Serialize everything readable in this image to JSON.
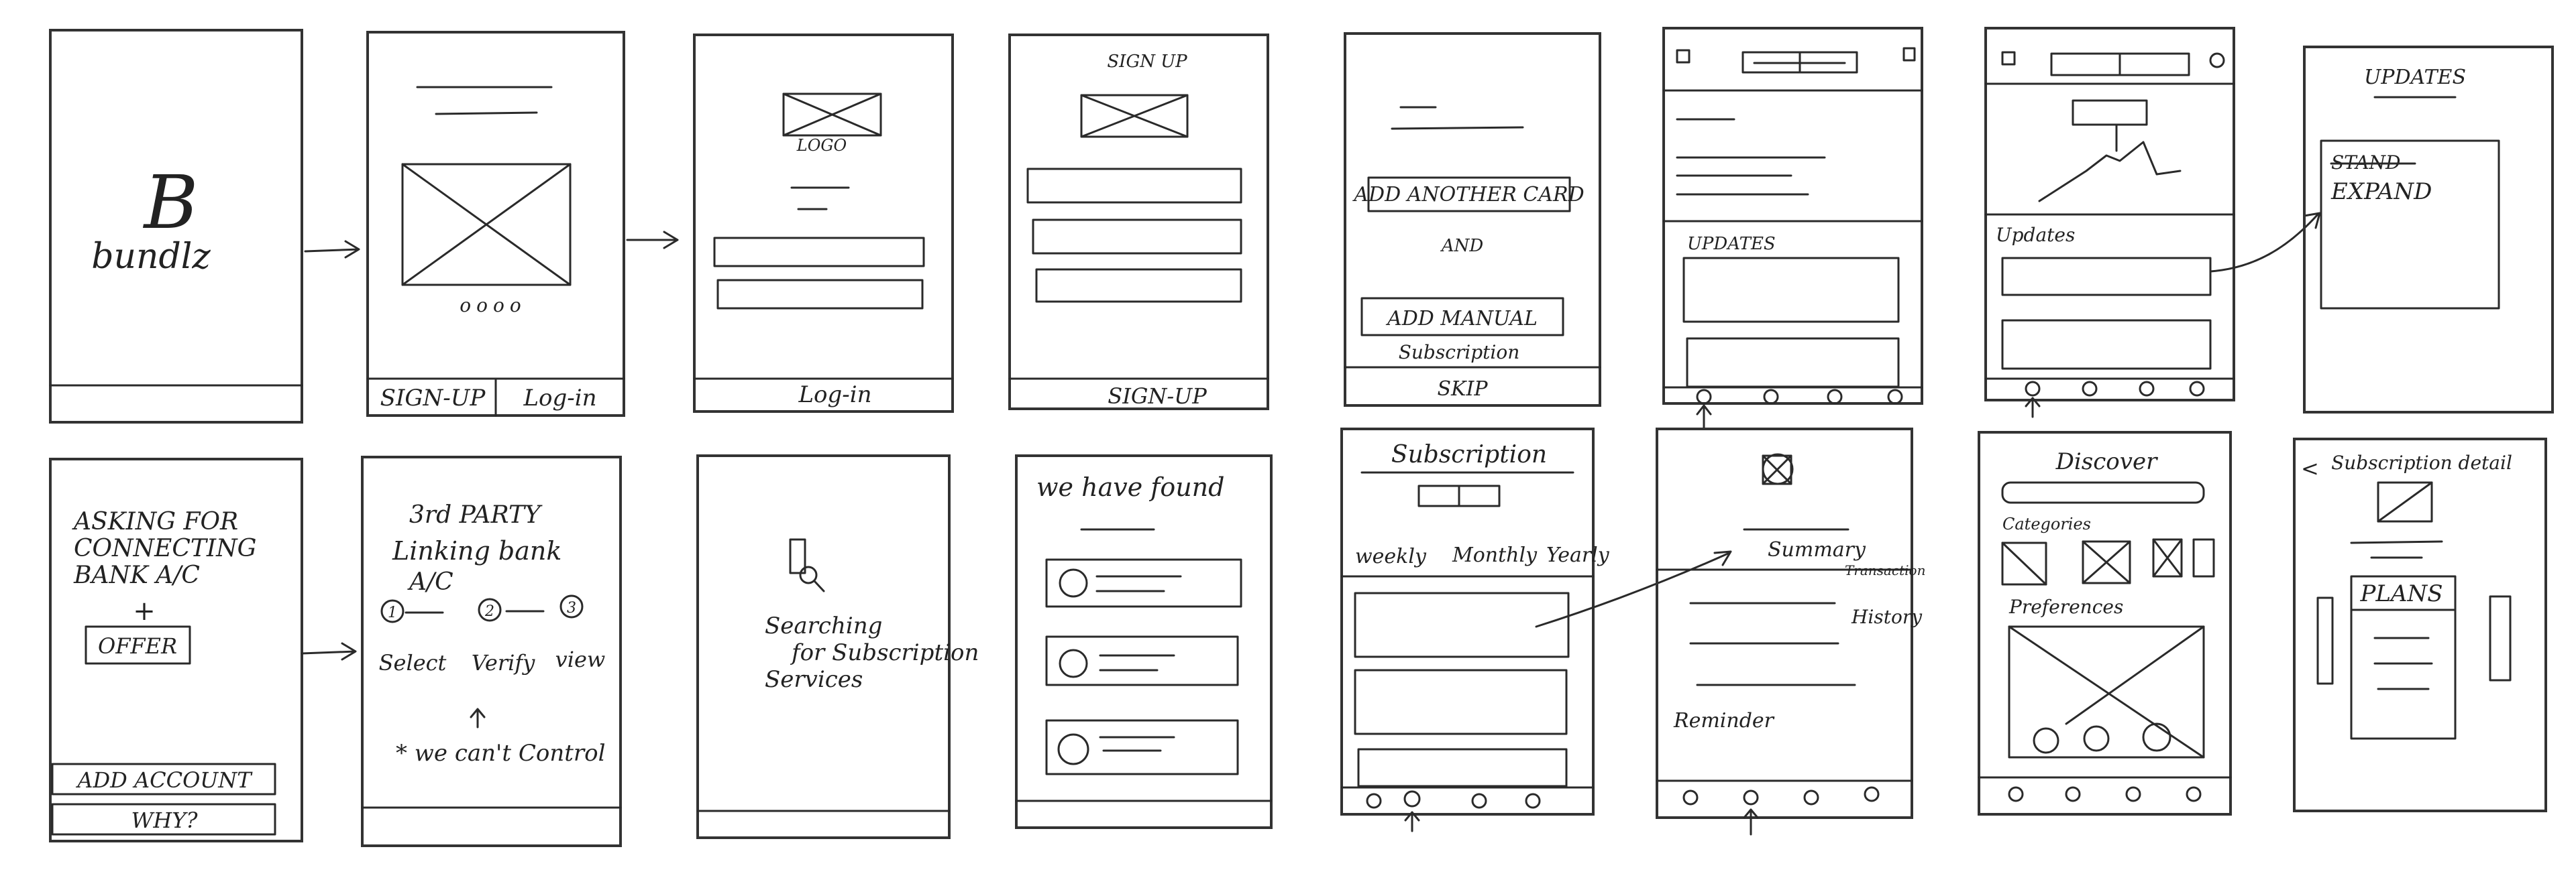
{
  "screens": {
    "splash": {
      "logo_mark": "B",
      "brand": "bundlz"
    },
    "onboarding": {
      "signup": "SIGN-UP",
      "login": "Log-in",
      "dots": "oooo"
    },
    "login": {
      "logo": "LOGO",
      "bottom": "Log-in"
    },
    "signup": {
      "title": "SIGN UP",
      "bottom": "SIGN-UP"
    },
    "add_card": {
      "add_another_card": "ADD ANOTHER CARD",
      "and": "AND",
      "add_manual": "ADD MANUAL",
      "subscription": "Subscription",
      "skip": "SKIP"
    },
    "home_updates": {
      "updates": "UPDATES"
    },
    "home_graph": {
      "updates": "Updates"
    },
    "updates_panel": {
      "title": "UPDATES",
      "stand": "STAND",
      "expand": "EXPAND"
    },
    "connect_bank": {
      "line1": "ASKING FOR",
      "line2": "CONNECTING",
      "line3": "BANK A/C",
      "plus": "+",
      "offer": "OFFER",
      "add_account": "ADD ACCOUNT",
      "why": "WHY?"
    },
    "third_party": {
      "line1": "3rd PARTY",
      "line2": "Linking bank",
      "line3": "A/C",
      "step1": "1",
      "step2": "2",
      "step3": "3",
      "select": "Select",
      "verify": "Verify",
      "view": "view",
      "note": "* we can't Control"
    },
    "searching": {
      "line1": "Searching",
      "line2": "for Subscription",
      "line3": "Services"
    },
    "found": {
      "title": "we have found"
    },
    "subscription_list": {
      "title": "Subscription",
      "weekly": "weekly",
      "monthly": "Monthly",
      "yearly": "Yearly"
    },
    "summary": {
      "summary": "Summary",
      "transaction": "Transaction",
      "history": "History",
      "reminder": "Reminder"
    },
    "discover": {
      "title": "Discover",
      "categories": "Categories",
      "preferences": "Preferences"
    },
    "sub_detail": {
      "title": "Subscription detail",
      "back": "<",
      "plans": "PLANS"
    }
  }
}
